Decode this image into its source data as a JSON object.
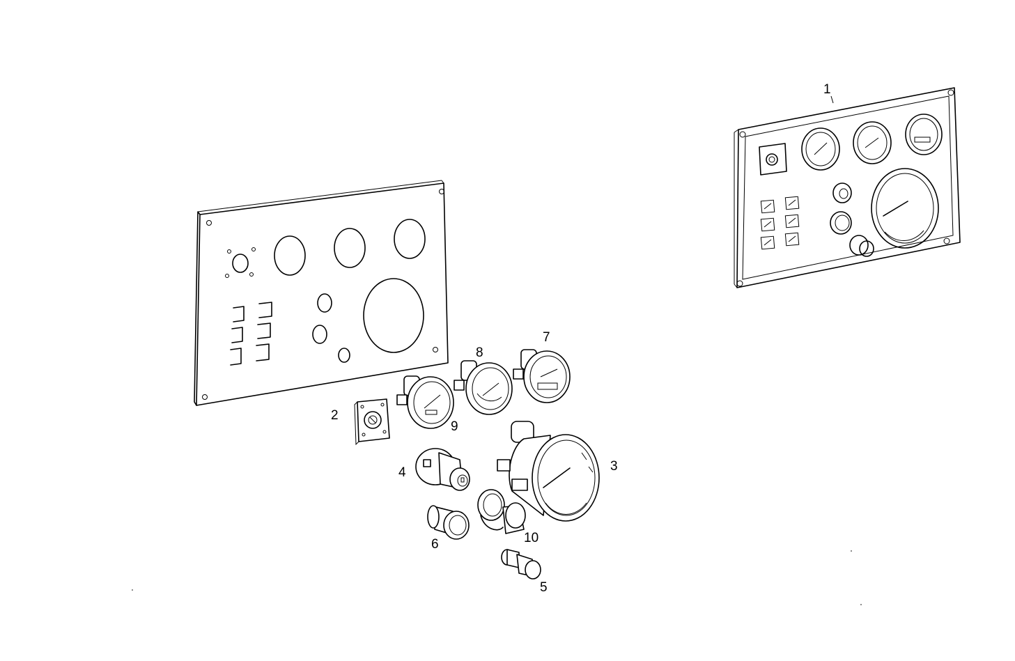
{
  "diagram": {
    "callouts": {
      "c1": "1",
      "c2": "2",
      "c3": "3",
      "c4": "4",
      "c5": "5",
      "c6": "6",
      "c7": "7",
      "c8": "8",
      "c9": "9",
      "c10": "10"
    },
    "parts": [
      {
        "number": "1",
        "icon": "assembled-instrument-panel-icon"
      },
      {
        "number": "2",
        "icon": "ignition-switch-icon"
      },
      {
        "number": "3",
        "icon": "large-tachometer-gauge-icon"
      },
      {
        "number": "4",
        "icon": "push-switch-icon"
      },
      {
        "number": "5",
        "icon": "push-button-icon"
      },
      {
        "number": "6",
        "icon": "warning-lamp-icon"
      },
      {
        "number": "7",
        "icon": "small-gauge-icon"
      },
      {
        "number": "8",
        "icon": "small-gauge-icon"
      },
      {
        "number": "9",
        "icon": "small-gauge-icon"
      },
      {
        "number": "10",
        "icon": "bezel-ring-icon"
      }
    ]
  }
}
